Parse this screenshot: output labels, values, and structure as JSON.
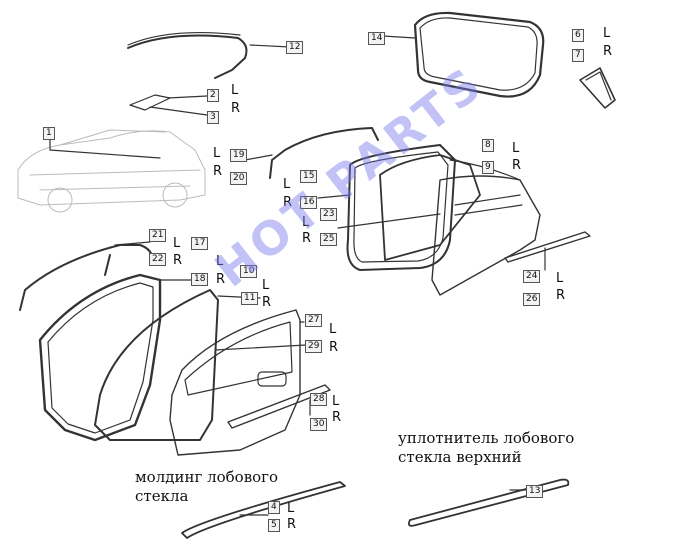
{
  "callouts": [
    "1",
    "2",
    "3",
    "4",
    "5",
    "6",
    "7",
    "8",
    "9",
    "10",
    "11",
    "12",
    "13",
    "14",
    "15",
    "16",
    "17",
    "18",
    "19",
    "20",
    "21",
    "22",
    "23",
    "24",
    "25",
    "26",
    "27",
    "28",
    "29",
    "30"
  ],
  "side": {
    "left": "L",
    "right": "R"
  },
  "captions": {
    "windshield_molding": "молдинг лобового\nстекла",
    "windshield_upper_seal": "уплотнитель лобового\nстекла верхний"
  },
  "watermark": "HOT PARTS",
  "colors": {
    "line": "#333333",
    "car_outline": "#bbbbbb",
    "watermark": "#7878eb"
  }
}
